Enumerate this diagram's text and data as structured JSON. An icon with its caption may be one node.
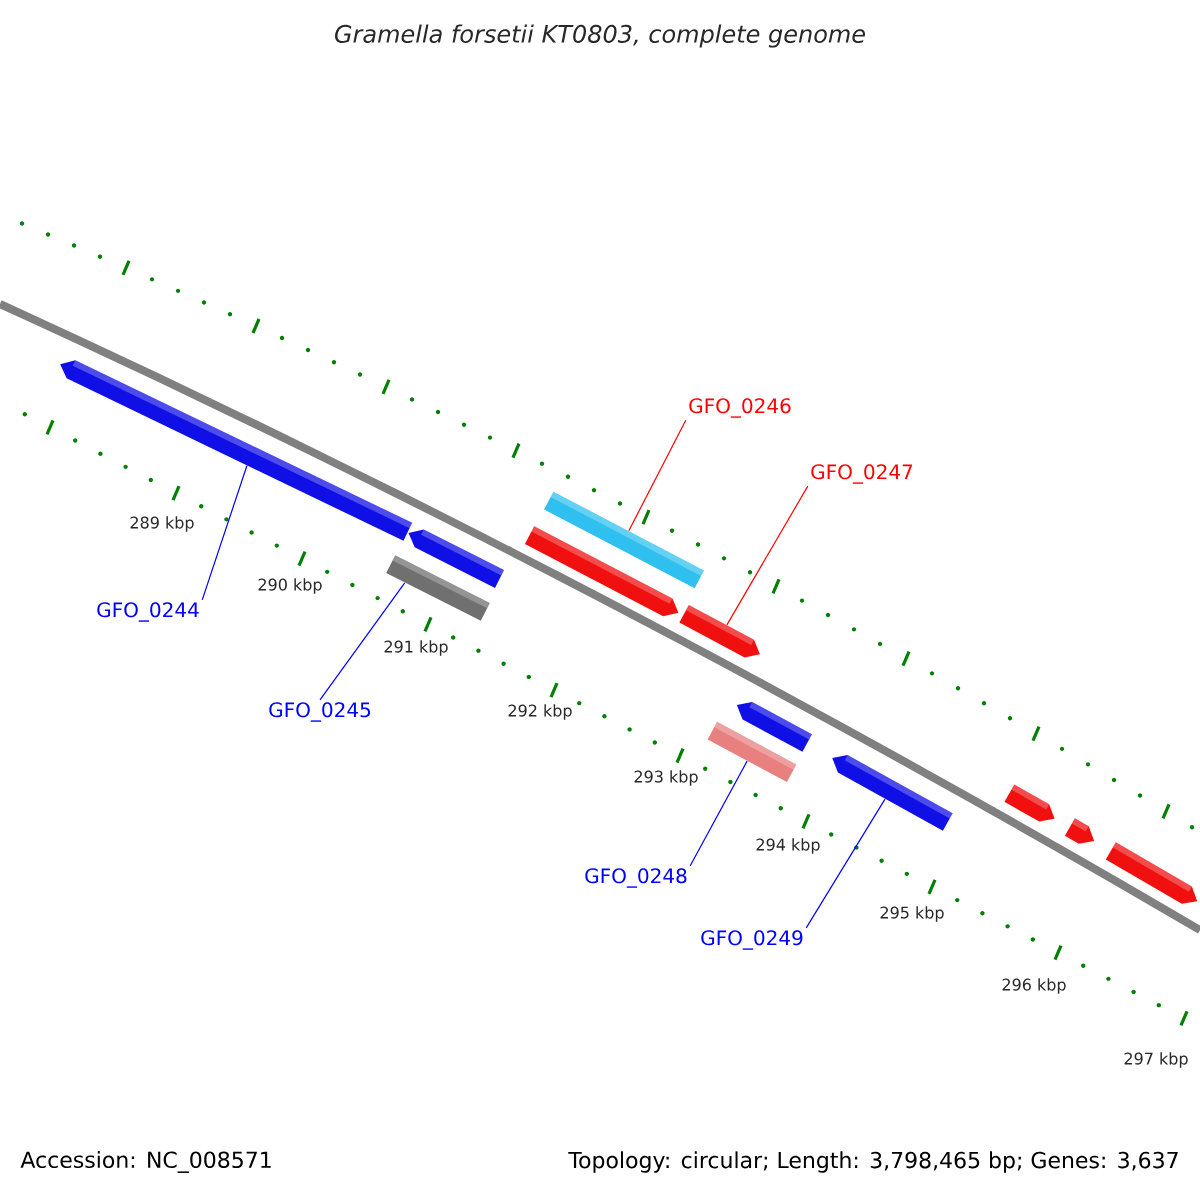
{
  "diagram": {
    "title": "Gramella forsetii KT0803, complete genome",
    "nodes": [
      {
        "text": [],
        "shape": "bar"
      },
      {
        "text": [],
        "shape": "bar"
      },
      {
        "text": [],
        "shape": "bar"
      },
      {
        "text": [],
        "shape": "bar"
      },
      {
        "text": [],
        "shape": "bar"
      },
      {
        "text": [],
        "shape": "bar"
      },
      {
        "text": [],
        "shape": "bar"
      },
      {
        "text": [],
        "shape": "bar"
      },
      {
        "text": [],
        "shape": "bar"
      },
      {
        "text": [],
        "shape": "bar"
      },
      {
        "text": [],
        "shape": "bar"
      },
      {
        "text": [],
        "shape": "bar"
      },
      {
        "text": [
          "GFO_0244"
        ]
      },
      {
        "text": [
          "GFO_0245"
        ]
      },
      {
        "text": [
          "GFO_0246"
        ]
      },
      {
        "text": [
          "GFO_0247"
        ]
      },
      {
        "text": [
          "GFO_0248"
        ]
      },
      {
        "text": [
          "GFO_0249"
        ]
      }
    ],
    "edges": [
      {
        "from": 12,
        "to": 0,
        "arrow": "none"
      },
      {
        "from": 13,
        "to": 2,
        "arrow": "none"
      },
      {
        "from": 14,
        "to": 3,
        "arrow": "none",
        "color": "#ff0000"
      },
      {
        "from": 15,
        "to": 5,
        "arrow": "none",
        "color": "#ff0000"
      },
      {
        "from": 16,
        "to": 7,
        "arrow": "none"
      },
      {
        "from": 17,
        "to": 8,
        "arrow": "none"
      }
    ],
    "labels": [
      "289 kbp",
      "290 kbp",
      "291 kbp",
      "292 kbp",
      "293 kbp",
      "294 kbp",
      "295 kbp",
      "296 kbp",
      "297 kbp",
      "Accession: NC_008571",
      "Topology: circular; Length: 3,798,465 bp; Genes: 3,637"
    ]
  }
}
